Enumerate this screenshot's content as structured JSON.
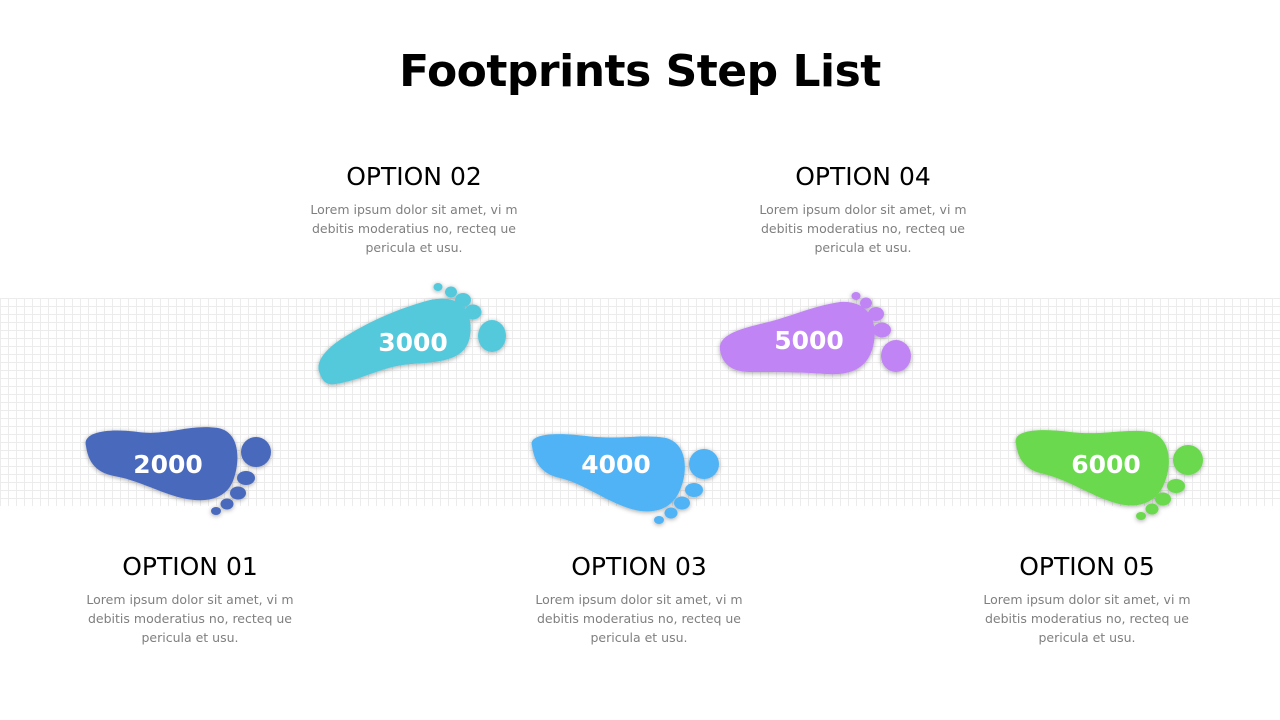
{
  "title": "Footprints Step List",
  "steps": [
    {
      "heading": "OPTION 01",
      "value": "2000",
      "color": "#4a69bd",
      "description": "Lorem ipsum dolor sit amet, vi m debitis moderatius no, recteq ue pericula et usu."
    },
    {
      "heading": "OPTION 02",
      "value": "3000",
      "color": "#55c9dc",
      "description": "Lorem ipsum dolor sit amet, vi m debitis moderatius no, recteq ue pericula et usu."
    },
    {
      "heading": "OPTION 03",
      "value": "4000",
      "color": "#4fb3f6",
      "description": "Lorem ipsum dolor sit amet, vi m debitis moderatius no, recteq ue pericula et usu."
    },
    {
      "heading": "OPTION 04",
      "value": "5000",
      "color": "#c084f5",
      "description": "Lorem ipsum dolor sit amet, vi m debitis moderatius no, recteq ue pericula et usu."
    },
    {
      "heading": "OPTION 05",
      "value": "6000",
      "color": "#6ad94e",
      "description": "Lorem ipsum dolor sit amet, vi m debitis moderatius no, recteq ue pericula et usu."
    }
  ]
}
